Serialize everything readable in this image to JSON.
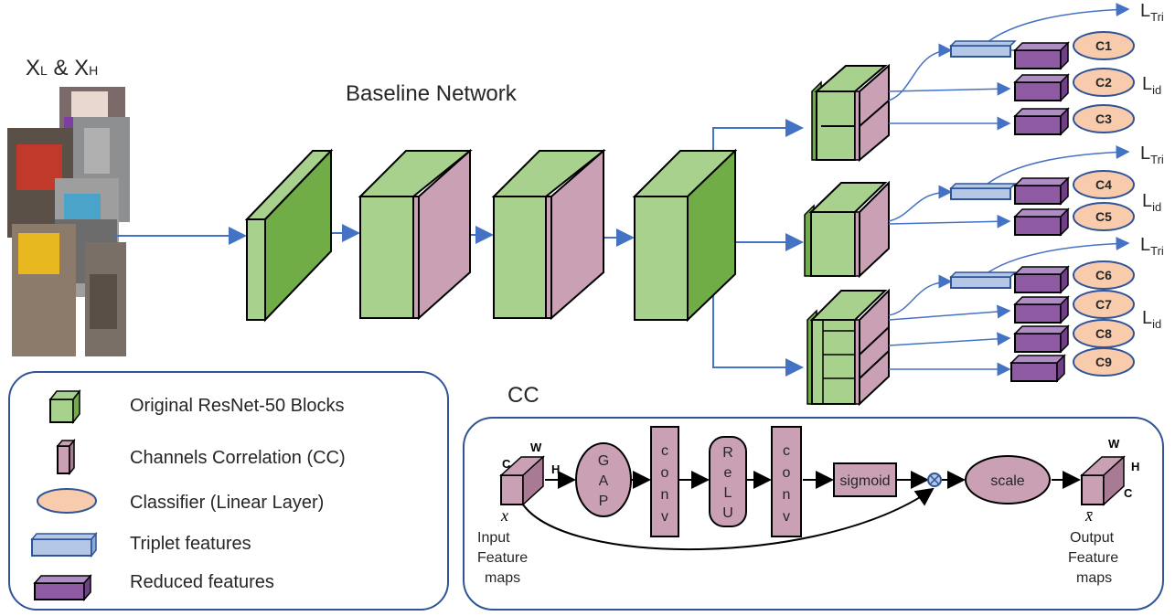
{
  "input_label": {
    "x": "X",
    "x_sub": "L",
    "amp": " & X",
    "h_sub": "H"
  },
  "title": "Baseline Network",
  "loss": {
    "L": "L",
    "tri": "Tri",
    "id": "id"
  },
  "classifiers": [
    "C1",
    "C2",
    "C3",
    "C4",
    "C5",
    "C6",
    "C7",
    "C8",
    "C9"
  ],
  "legend": {
    "items": [
      {
        "label": "Original ResNet-50 Blocks",
        "icon": "green-cube-icon"
      },
      {
        "label": "Channels Correlation (CC)",
        "icon": "pink-block-icon"
      },
      {
        "label": "Classifier (Linear Layer)",
        "icon": "orange-ellipse-icon"
      },
      {
        "label": "Triplet features",
        "icon": "blue-bar-icon"
      },
      {
        "label": "Reduced features",
        "icon": "purple-bar-icon"
      }
    ]
  },
  "cc": {
    "title": "CC",
    "gap": [
      "G",
      "A",
      "P"
    ],
    "conv": [
      "c",
      "o",
      "n",
      "v"
    ],
    "relu": [
      "R",
      "e",
      "L",
      "U"
    ],
    "sigmoid": "sigmoid",
    "scale": "scale",
    "input_var": "x",
    "output_var": "x̄",
    "input_label": [
      "Input",
      "Feature",
      "maps"
    ],
    "output_label": [
      "Output",
      "Feature",
      "maps"
    ],
    "dims": {
      "c": "C",
      "w": "W",
      "h": "H"
    }
  },
  "colors": {
    "green": "#a9d18e",
    "green_dark": "#70ad47",
    "pink": "#c9a0b4",
    "purple": "#8e5ba3",
    "orange": "#f8cbad",
    "blue_light": "#b4c7e7",
    "arrow": "#4472c4",
    "border": "#2f5597"
  }
}
